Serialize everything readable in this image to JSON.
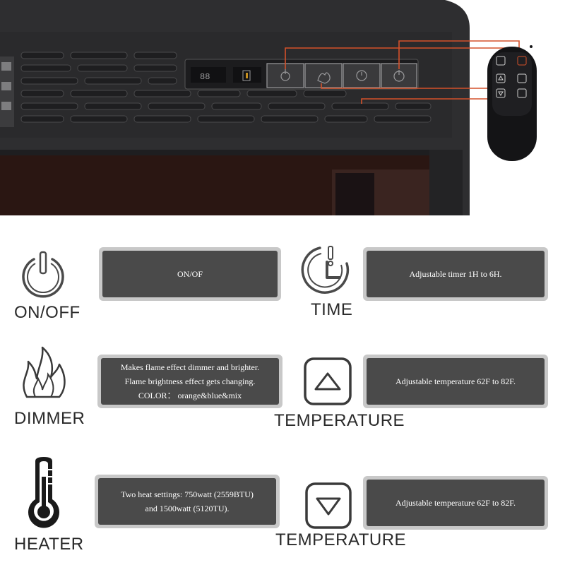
{
  "features": {
    "onoff": {
      "label": "ON/OFF",
      "desc": [
        "ON/OF"
      ]
    },
    "time": {
      "label": "TIME",
      "desc": [
        "Adjustable timer 1H to 6H."
      ]
    },
    "dimmer": {
      "label": "DIMMER",
      "desc": [
        "Makes flame effect dimmer and brighter.",
        "Flame brightness effect gets changing.",
        "COLOR： orange&blue&mix"
      ]
    },
    "temp_up": {
      "label": "TEMPERATURE",
      "desc": [
        "Adjustable temperature 62F to 82F."
      ]
    },
    "heater": {
      "label": "HEATER",
      "desc": [
        "Two heat settings: 750watt (2559BTU)",
        "and 1500watt (5120TU)."
      ]
    },
    "temp_down": {
      "label": "TEMPERATURE",
      "desc": [
        "Adjustable temperature 62F to 82F."
      ]
    }
  },
  "panel_display": "88",
  "colors": {
    "callout": "#d4512a",
    "box_outer": "#c8c8c8",
    "box_inner": "#4a4a4a",
    "frame": "#2b2b2d"
  }
}
